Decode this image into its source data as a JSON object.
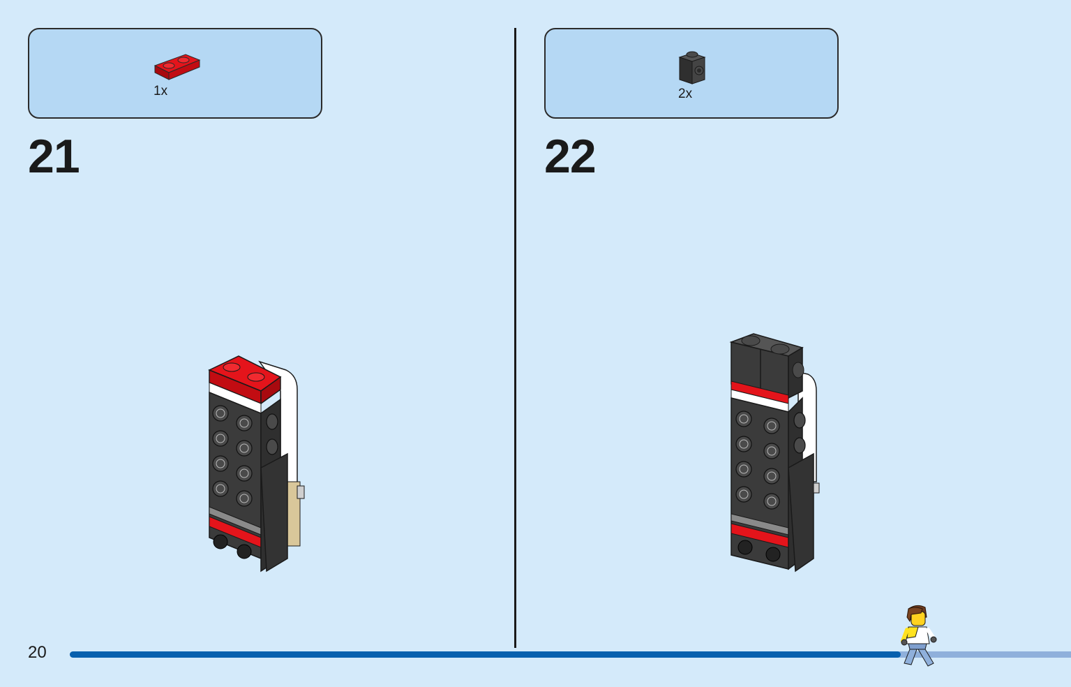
{
  "page": {
    "number": "20",
    "progress_fraction": 0.83
  },
  "steps": [
    {
      "number": "21",
      "parts": [
        {
          "qty": "1x",
          "piece": "red-plate-1x2"
        }
      ]
    },
    {
      "number": "22",
      "parts": [
        {
          "qty": "2x",
          "piece": "black-brick-1x1-with-side-stud"
        }
      ]
    }
  ],
  "colors": {
    "background": "#d4eafa",
    "parts_box": "#b5d8f4",
    "brick_red": "#d10a11",
    "brick_black": "#3b3b3b",
    "progress": "#0760ae",
    "progress_track": "#8fb0db"
  }
}
